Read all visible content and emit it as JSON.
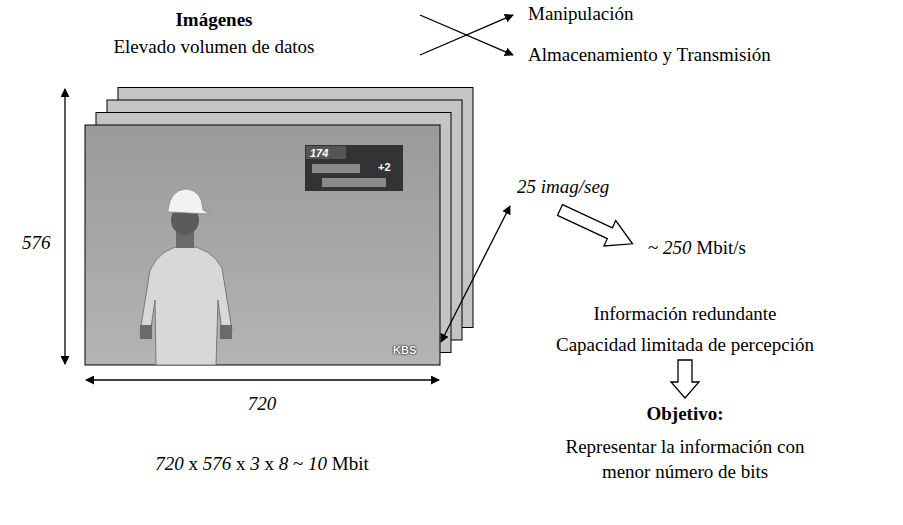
{
  "diagram": {
    "labels": [
      "Imágenes",
      "Elevado volumen de datos",
      "Manipulación",
      "Almacenamiento y Transmisión",
      "174",
      "+2",
      "KBS",
      "576",
      "25 imag/seg",
      "~ 250 Mbit/s",
      "720",
      "Información redundante",
      "Capacidad limitada de percepción",
      "720 x 576 x 3 x 8 ~ 10 Mbit",
      "Objetivo:",
      "Representar la información con menor número de bits"
    ]
  }
}
